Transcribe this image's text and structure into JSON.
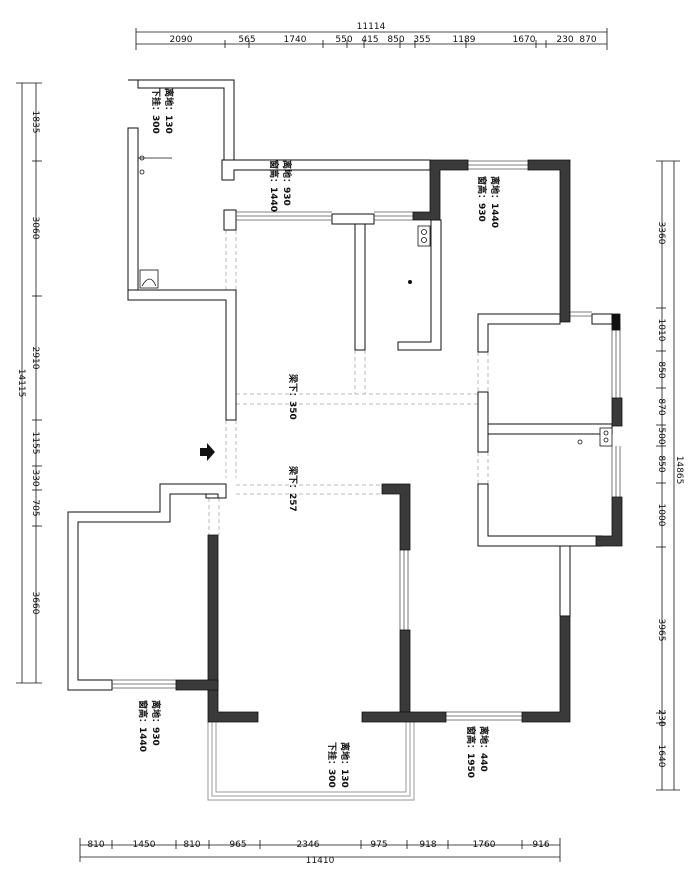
{
  "top_dims": {
    "total": "11114",
    "segments": [
      "2090",
      "565",
      "1740",
      "550",
      "415",
      "850",
      "355",
      "1189",
      "1670",
      "230",
      "870"
    ]
  },
  "bottom_dims": {
    "total": "11410",
    "segments": [
      "810",
      "1450",
      "810",
      "965",
      "2346",
      "975",
      "918",
      "1760",
      "916"
    ]
  },
  "left_dims": {
    "total": "14115",
    "segments": [
      "1835",
      "3060",
      "2910",
      "1155",
      "330",
      "705",
      "3660"
    ]
  },
  "right_dims": {
    "total": "14865",
    "segments": [
      "3360",
      "1010",
      "850",
      "870",
      "500",
      "850",
      "1000",
      "3965",
      "230",
      "1640"
    ]
  },
  "annotations": [
    {
      "l1": "离地：130",
      "l2": "下挂：300"
    },
    {
      "l1": "离地：930",
      "l2": "窗高：1440"
    },
    {
      "l1": "离地：1440",
      "l2": "窗高：930"
    },
    {
      "l1": "梁下：350",
      "l2": ""
    },
    {
      "l1": "梁下：257",
      "l2": ""
    },
    {
      "l1": "离地：930",
      "l2": "窗高：1440"
    },
    {
      "l1": "离地：130",
      "l2": "下挂：300"
    },
    {
      "l1": "离地：440",
      "l2": "窗高：1950"
    }
  ],
  "colors": {
    "wall_fill": "#3a3a3a",
    "line": "#111111",
    "dash": "#bbbbbb"
  }
}
